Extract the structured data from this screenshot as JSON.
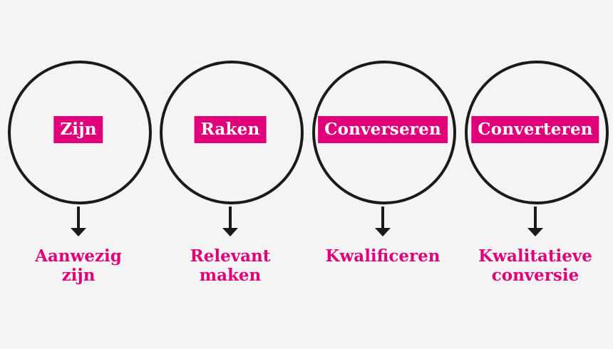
{
  "steps": [
    {
      "label": "Zijn",
      "caption_lines": [
        "Aanwezig",
        "zijn"
      ]
    },
    {
      "label": "Raken",
      "caption_lines": [
        "Relevant",
        "maken"
      ]
    },
    {
      "label": "Converseren",
      "caption_lines": [
        "Kwalificeren"
      ]
    },
    {
      "label": "Converteren",
      "caption_lines": [
        "Kwalitatieve",
        "conversie"
      ]
    }
  ],
  "colors": {
    "accent": "#e0007a",
    "outline": "#1a1a1a",
    "background": "#f4f4f4",
    "label_text": "#ffffff"
  }
}
